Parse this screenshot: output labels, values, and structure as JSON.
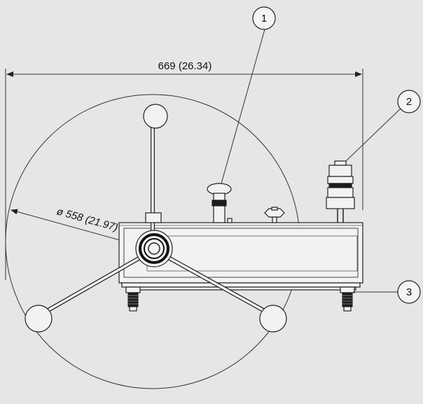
{
  "drawing": {
    "width_dimension": "669 (26.34)",
    "diameter_dimension": "ø 558 (21.97)",
    "callouts": [
      {
        "label": "1"
      },
      {
        "label": "2"
      },
      {
        "label": "3"
      }
    ]
  },
  "colors": {
    "background": "#e6e6e6",
    "line": "#222222",
    "part_fill": "#f2f2f2"
  }
}
